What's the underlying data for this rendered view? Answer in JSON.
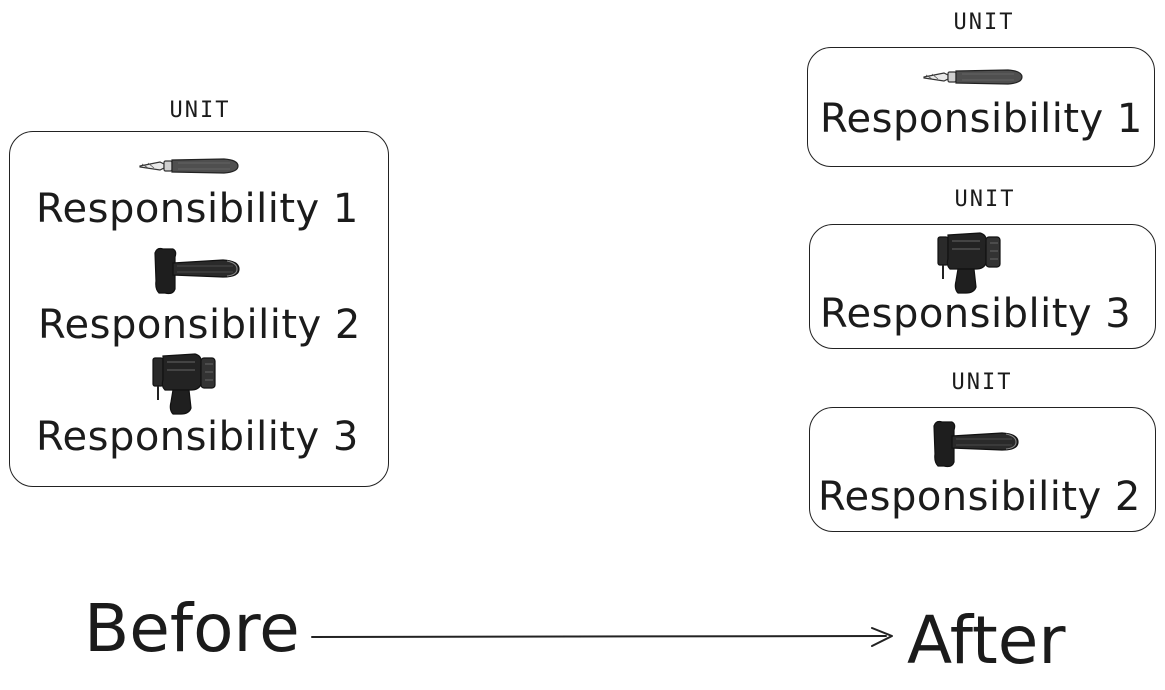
{
  "before": {
    "unit_title": "UNIT",
    "responsibilities": [
      {
        "label": "Responsibility 1",
        "icon": "screwdriver-icon"
      },
      {
        "label": "Responsibility 2",
        "icon": "hammer-icon"
      },
      {
        "label": "Responsibility 3",
        "icon": "drill-icon"
      }
    ]
  },
  "after": {
    "units": [
      {
        "title": "UNIT",
        "label": "Responsibility 1",
        "icon": "screwdriver-icon"
      },
      {
        "title": "UNIT",
        "label": "Responsiblity 3",
        "icon": "drill-icon"
      },
      {
        "title": "UNIT",
        "label": "Responsibility 2",
        "icon": "hammer-icon"
      }
    ]
  },
  "flow": {
    "from_label": "Before",
    "to_label": "After"
  }
}
